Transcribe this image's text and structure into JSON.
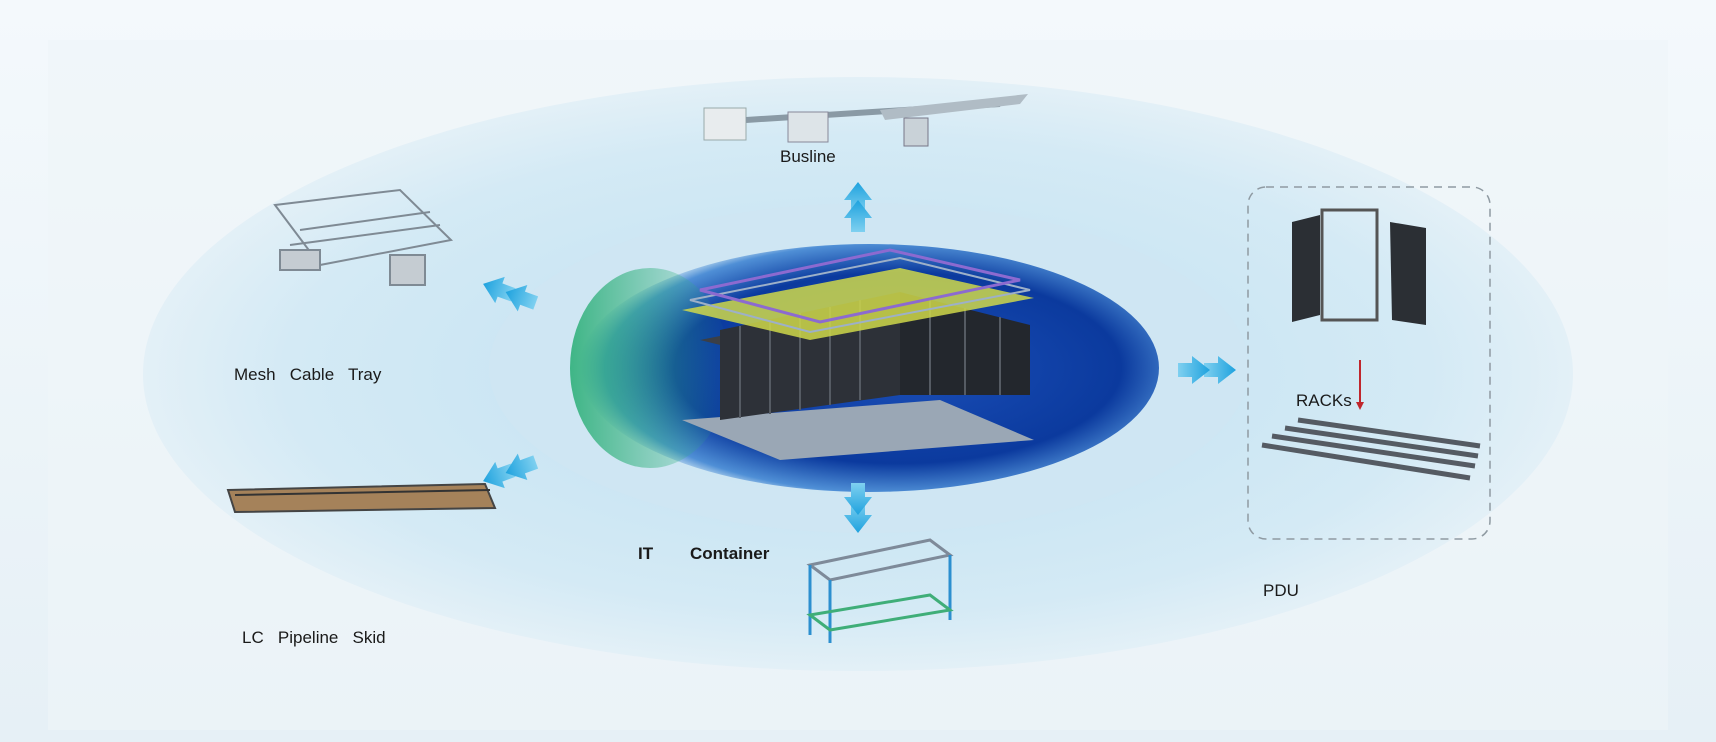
{
  "labels": {
    "busline": "Busline",
    "mesh_cable_tray": "Mesh   Cable   Tray",
    "lc_pipeline_skid": "LC   Pipeline   Skid",
    "it": "IT",
    "container": "Container",
    "racks": "RACKs",
    "pdu": "PDU"
  },
  "colors": {
    "core_blue": "#0a3fa8",
    "arrow": "#2aa8e0",
    "core_green": "#2fb07a",
    "halo": "#d6ebf6"
  }
}
